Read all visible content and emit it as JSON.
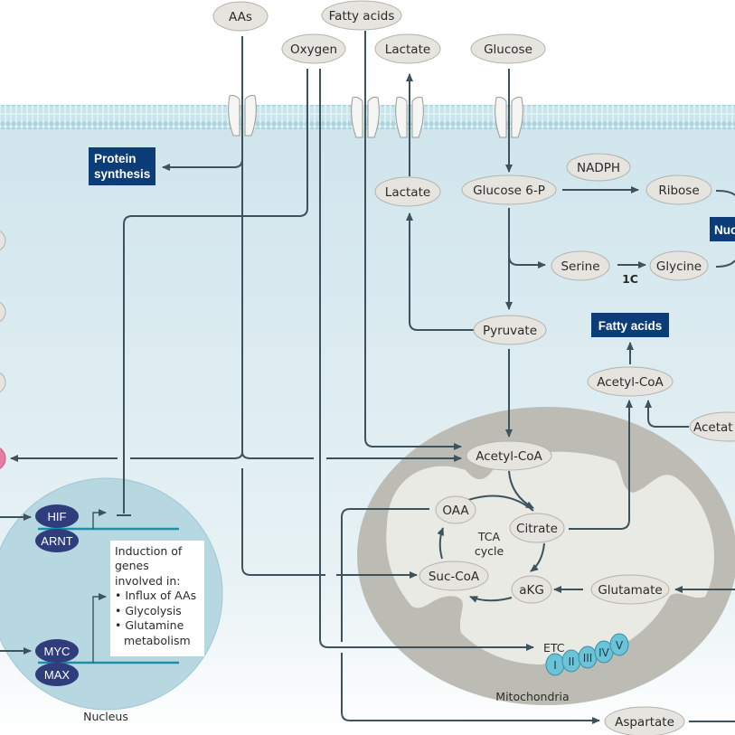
{
  "diagram": {
    "title": "Cancer cell metabolism pathways",
    "colors": {
      "extracellular": "#ffffff",
      "cytoplasm_top": "#cfe5ec",
      "cytoplasm_bottom": "#f4f8fa",
      "membrane": "#a9d3de",
      "line": "#3e525c",
      "node_fill": "#e5e4de",
      "node_stroke": "#b3b2ab",
      "output_box": "#0d3d78",
      "mito_outer": "#bdbcb4",
      "mito_inner": "#eaeae5",
      "nucleus": "#b7d7e1",
      "tf_fill": "#2f3d7c",
      "etc_fill": "#6bc3d8",
      "dna": "#1a8fa7"
    },
    "extracellular_nodes": {
      "aas": "AAs",
      "fatty_acids": "Fatty acids",
      "oxygen": "Oxygen",
      "lactate_out": "Lactate",
      "glucose": "Glucose"
    },
    "cytoplasm_nodes": {
      "lactate_in": "Lactate",
      "glucose_6p": "Glucose 6-P",
      "nadph": "NADPH",
      "ribose": "Ribose",
      "serine": "Serine",
      "glycine": "Glycine",
      "one_carbon": "1C",
      "pyruvate": "Pyruvate",
      "acetyl_coa_cyto": "Acetyl-CoA",
      "acetate": "Acetat",
      "aspartate": "Aspartate"
    },
    "output_boxes": {
      "protein_synthesis_line1": "Protein",
      "protein_synthesis_line2": "synthesis",
      "fatty_acids": "Fatty acids",
      "nucleotides_partial": "Nuc"
    },
    "mitochondria": {
      "label": "Mitochondria",
      "acetyl_coa": "Acetyl-CoA",
      "oaa": "OAA",
      "citrate": "Citrate",
      "tca_line1": "TCA",
      "tca_line2": "cycle",
      "suc_coa": "Suc-CoA",
      "akg": "aKG",
      "glutamate": "Glutamate",
      "etc": "ETC",
      "etc_complexes": [
        "I",
        "II",
        "III",
        "IV",
        "V"
      ]
    },
    "nucleus": {
      "label": "Nucleus",
      "hif": "HIF",
      "arnt": "ARNT",
      "myc": "MYC",
      "max": "MAX",
      "induction_lines": [
        "Induction of",
        "genes",
        "involved in:"
      ],
      "induction_bullets": [
        "Influx of AAs",
        "Glycolysis",
        "Glutamine",
        "metabolism"
      ]
    }
  }
}
